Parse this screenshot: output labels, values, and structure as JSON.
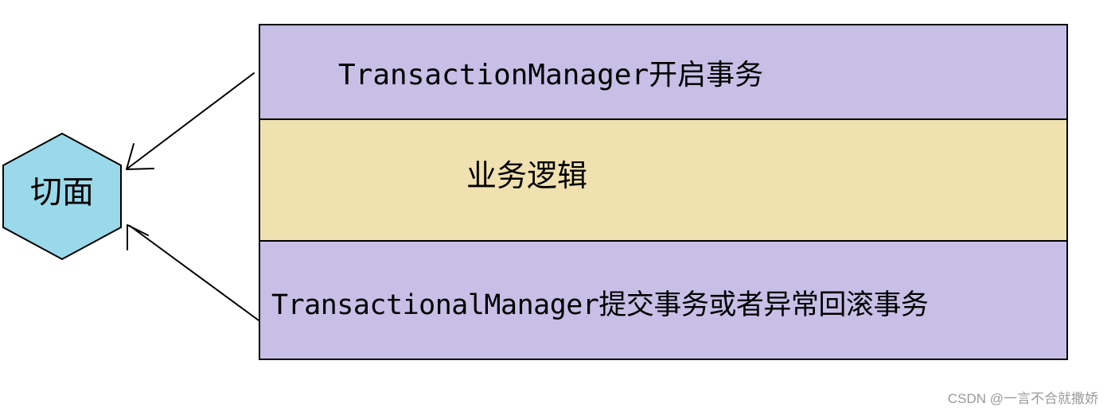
{
  "aspect": {
    "label": "切面",
    "fill_color": "#99d9ea"
  },
  "layers": {
    "top": {
      "text": "TransactionManager开启事务",
      "fill_color": "#c7bfe6"
    },
    "middle": {
      "text": "业务逻辑",
      "fill_color": "#efe1b0"
    },
    "bottom": {
      "text": "TransactionalManager提交事务或者异常回滚事务",
      "fill_color": "#c7bfe6"
    }
  },
  "watermark": "CSDN @一言不合就撒娇"
}
